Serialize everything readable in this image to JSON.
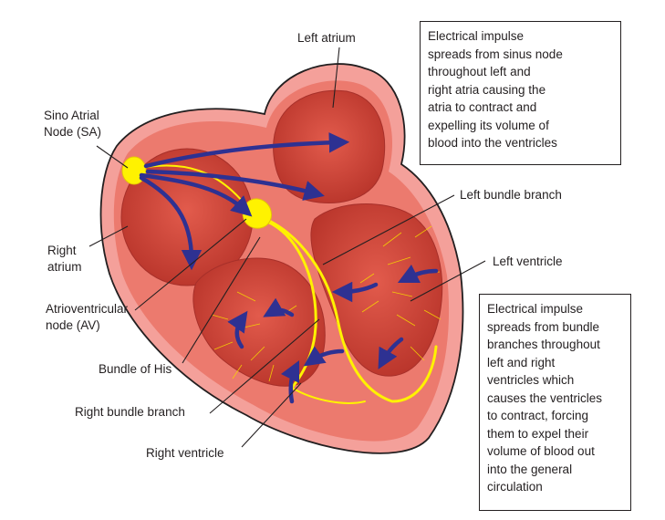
{
  "labels": {
    "left_atrium": "Left atrium",
    "sa_line1": "Sino Atrial",
    "sa_line2": "Node (SA)",
    "right_atrium_line1": "Right",
    "right_atrium_line2": "atrium",
    "av_line1": "Atrioventricular",
    "av_line2": "node (AV)",
    "bundle_of_his": "Bundle of His",
    "right_bundle_branch": "Right bundle branch",
    "right_ventricle": "Right ventricle",
    "left_bundle_branch": "Left bundle branch",
    "left_ventricle": "Left ventricle"
  },
  "note_top": {
    "lines": [
      "Electrical impulse",
      "spreads from sinus node",
      "throughout left and",
      "right atria causing the",
      "atria to contract and",
      "expelling its volume of",
      "blood into the ventricles"
    ]
  },
  "note_bottom": {
    "lines": [
      "Electrical impulse",
      "spreads from bundle",
      "branches throughout",
      "left and right",
      "ventricles which",
      "causes the ventricles",
      "to contract, forcing",
      "them to expel their",
      "volume of blood out",
      "into the general",
      "circulation"
    ]
  },
  "colors": {
    "outer_wall": "#f4a09a",
    "wall_edge": "#231f20",
    "inner_wall": "#ea6f63",
    "chamber": "#d84a3c",
    "chamber_dark": "#c23a2e",
    "conduction": "#fff200",
    "arrow": "#2e3192"
  }
}
